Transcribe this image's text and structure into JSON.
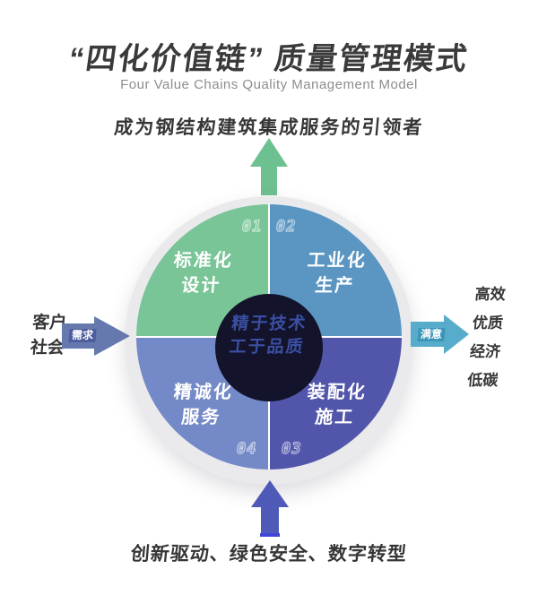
{
  "header": {
    "title": "“四化价值链” 质量管理模式",
    "subtitle": "Four Value Chains Quality Management Model",
    "title_color": "#3a3a3a",
    "subtitle_color": "#8d8d8d"
  },
  "top": {
    "tagline": "成为钢结构建筑集成服务的引领者",
    "arrow_color": "#6dc08f",
    "arrow_direction": "up"
  },
  "diagram": {
    "ring_color": "#eaeaec",
    "quadrants": [
      {
        "number": "01",
        "label_line1": "标准化",
        "label_line2": "设计",
        "position": "top-left",
        "color": "#79c597"
      },
      {
        "number": "02",
        "label_line1": "工业化",
        "label_line2": "生产",
        "position": "top-right",
        "color": "#5b96c2"
      },
      {
        "number": "03",
        "label_line1": "装配化",
        "label_line2": "施工",
        "position": "bottom-right",
        "color": "#5156aa"
      },
      {
        "number": "04",
        "label_line1": "精诚化",
        "label_line2": "服务",
        "position": "bottom-left",
        "color": "#7489c7"
      }
    ],
    "center": {
      "line1": "精于技术",
      "line2": "工于品质",
      "bg_color": "#13132b",
      "text_color": "#3b4fa3"
    }
  },
  "left": {
    "line1": "客户",
    "line2": "社会",
    "badge": "需求",
    "arrow_color": "#6579af",
    "badge_color": "#4d5c9d",
    "arrow_direction": "right"
  },
  "right": {
    "badge": "满意",
    "items": [
      "高效",
      "优质",
      "经济",
      "低碳"
    ],
    "arrow_color": "#58accb",
    "badge_color": "#3d96ba",
    "arrow_direction": "right"
  },
  "bottom": {
    "caption": "创新驱动、绿色安全、数字转型",
    "arrow_color": "#4f5ab8",
    "arrow_direction": "up"
  }
}
